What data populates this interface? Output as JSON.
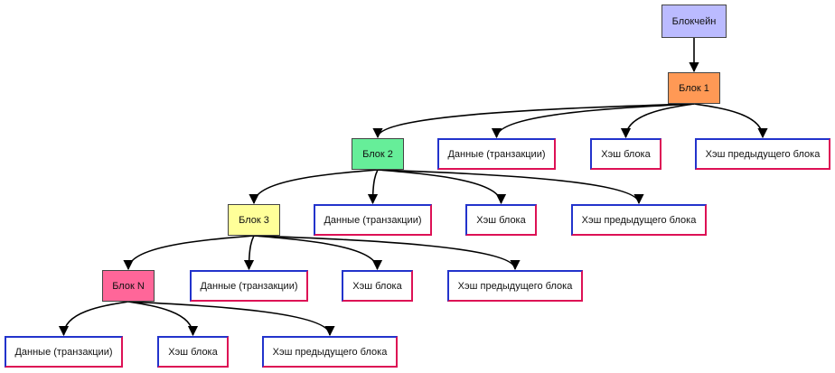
{
  "diagram": {
    "nodes": {
      "root": "Блокчейн",
      "block1": "Блок 1",
      "block2": "Блок 2",
      "block3": "Блок 3",
      "blockN": "Блок N",
      "data1": "Данные (транзакции)",
      "hash1": "Хэш блока",
      "prev1": "Хэш предыдущего блока",
      "data2": "Данные (транзакции)",
      "hash2": "Хэш блока",
      "prev2": "Хэш предыдущего блока",
      "data3": "Данные (транзакции)",
      "hash3": "Хэш блока",
      "prev3": "Хэш предыдущего блока",
      "dataN": "Данные (транзакции)",
      "hashN": "Хэш блока",
      "prevN": "Хэш предыдущего блока"
    },
    "edges": [
      [
        "root",
        "block1"
      ],
      [
        "block1",
        "block2"
      ],
      [
        "block1",
        "data1"
      ],
      [
        "block1",
        "hash1"
      ],
      [
        "block1",
        "prev1"
      ],
      [
        "block2",
        "block3"
      ],
      [
        "block2",
        "data2"
      ],
      [
        "block2",
        "hash2"
      ],
      [
        "block2",
        "prev2"
      ],
      [
        "block3",
        "blockN"
      ],
      [
        "block3",
        "data3"
      ],
      [
        "block3",
        "hash3"
      ],
      [
        "block3",
        "prev3"
      ],
      [
        "blockN",
        "dataN"
      ],
      [
        "blockN",
        "hashN"
      ],
      [
        "blockN",
        "prevN"
      ]
    ],
    "colors": {
      "root": "#bbbbff",
      "block1": "#ff9955",
      "block2": "#66ee99",
      "block3": "#ffff99",
      "blockN": "#ff6699",
      "field_border_start": "#2233cc",
      "field_border_end": "#dd1155",
      "edge": "#000000"
    }
  }
}
